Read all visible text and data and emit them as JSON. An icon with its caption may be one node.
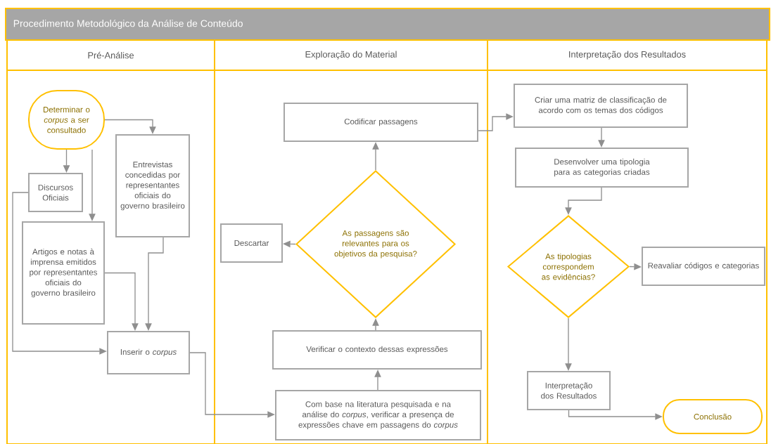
{
  "diagram": {
    "title": "Procedimento Metodológico da Análise de Conteúdo",
    "nodes": [
      {
        "text": [
          "Pré-Análise"
        ]
      },
      {
        "text": [
          "Exploração do Material"
        ]
      },
      {
        "text": [
          "Interpretação dos Resultados"
        ]
      },
      {
        "text": [
          "Determinar o *corpus* a ser consultado"
        ],
        "in": 0
      },
      {
        "text": [
          "Entrevistas concedidas por representantes oficiais do governo brasileiro"
        ],
        "in": 0
      },
      {
        "text": [
          "Discursos Oficiais"
        ],
        "in": 0
      },
      {
        "text": [
          "Artigos e notas à imprensa emitidos por representantes oficiais do governo brasileiro"
        ],
        "in": 0
      },
      {
        "text": [
          "Inserir o *corpus*"
        ],
        "in": 0
      },
      {
        "text": [
          "Codificar passagens"
        ],
        "in": 1
      },
      {
        "text": [
          "Descartar"
        ],
        "in": 1
      },
      {
        "text": [
          "As passagens são relevantes para os objetivos da pesquisa?"
        ],
        "in": 1
      },
      {
        "text": [
          "Verificar o contexto dessas expressões"
        ],
        "in": 1
      },
      {
        "text": [
          "Com base na literatura pesquisada e na análise do *corpus*, verificar a presença de expressões chave em passagens do *corpus*"
        ],
        "in": 1
      },
      {
        "text": [
          "Criar uma matriz de classificação de acordo com os temas dos códigos"
        ],
        "in": 2
      },
      {
        "text": [
          "Desenvolver uma tipologia para as categorias criadas"
        ],
        "in": 2
      },
      {
        "text": [
          "As tipologias correspondem as evidências?"
        ],
        "in": 2
      },
      {
        "text": [
          "Reavaliar códigos e categorias"
        ],
        "in": 2
      },
      {
        "text": [
          "Interpretação dos Resultados"
        ],
        "in": 2
      },
      {
        "text": [
          "Conclusão"
        ],
        "in": 2
      }
    ],
    "edges": [
      {
        "from": 3,
        "to": 5,
        "arrow": "to"
      },
      {
        "from": 3,
        "to": 6,
        "arrow": "to"
      },
      {
        "from": 3,
        "to": 4,
        "arrow": "to"
      },
      {
        "from": 5,
        "to": 7,
        "arrow": "to"
      },
      {
        "from": 6,
        "to": 7,
        "arrow": "to"
      },
      {
        "from": 4,
        "to": 7,
        "arrow": "to"
      },
      {
        "from": 7,
        "to": 12,
        "arrow": "to"
      },
      {
        "from": 12,
        "to": 11,
        "arrow": "to"
      },
      {
        "from": 11,
        "to": 10,
        "arrow": "to"
      },
      {
        "from": 10,
        "to": 8,
        "arrow": "to"
      },
      {
        "from": 10,
        "to": 9,
        "arrow": "to"
      },
      {
        "from": 8,
        "to": 13,
        "arrow": "to"
      },
      {
        "from": 13,
        "to": 14,
        "arrow": "to"
      },
      {
        "from": 14,
        "to": 15,
        "arrow": "to"
      },
      {
        "from": 15,
        "to": 16,
        "arrow": "to"
      },
      {
        "from": 15,
        "to": 17,
        "arrow": "to"
      },
      {
        "from": 17,
        "to": 18,
        "arrow": "to"
      }
    ]
  }
}
